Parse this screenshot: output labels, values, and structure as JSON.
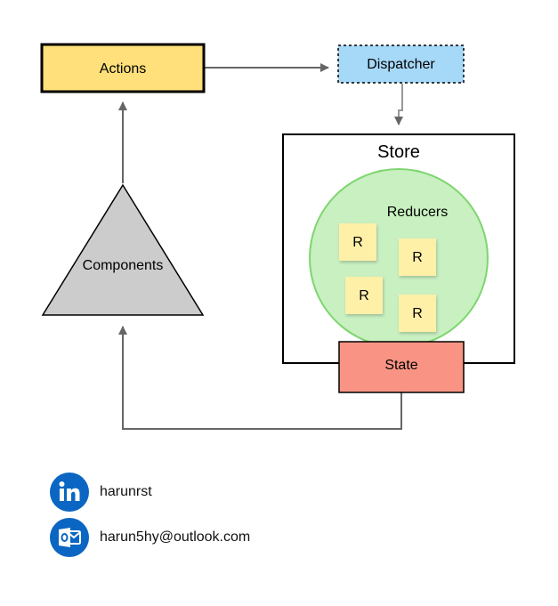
{
  "nodes": {
    "actions": "Actions",
    "dispatcher": "Dispatcher",
    "store": "Store",
    "reducers": "Reducers",
    "components": "Components",
    "state": "State",
    "reducer_items": [
      "R",
      "R",
      "R",
      "R"
    ]
  },
  "contacts": {
    "linkedin": "harunrst",
    "email": "harun5hy@outlook.com"
  },
  "colors": {
    "actions_fill": "#ffe07a",
    "dispatcher_fill": "#a6d8f7",
    "reducers_fill": "#c8f0c0",
    "reducers_stroke": "#7ed56f",
    "sticky_fill": "#fff0a8",
    "state_fill": "#f99484",
    "components_fill": "#cccccc",
    "icon_blue": "#0a66c2",
    "arrow": "#666666"
  },
  "icons": {
    "linkedin": "linkedin-icon",
    "email": "outlook-icon"
  }
}
